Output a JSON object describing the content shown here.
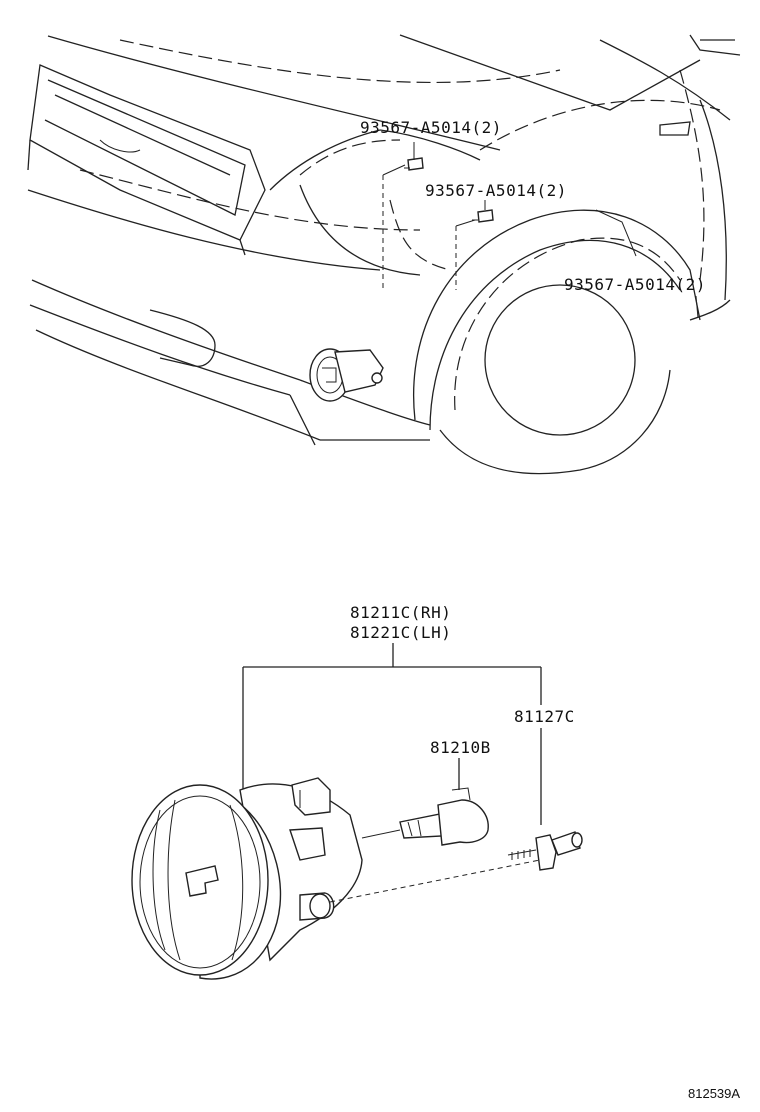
{
  "labels": {
    "bolt_1": "93567-A5014(2)",
    "bolt_2": "93567-A5014(2)",
    "bolt_3": "93567-A5014(2)",
    "fog_lamp_rh": "81211C(RH)",
    "fog_lamp_lh": "81221C(LH)",
    "socket": "81127C",
    "bulb": "81210B"
  },
  "reference_code": "812539A"
}
